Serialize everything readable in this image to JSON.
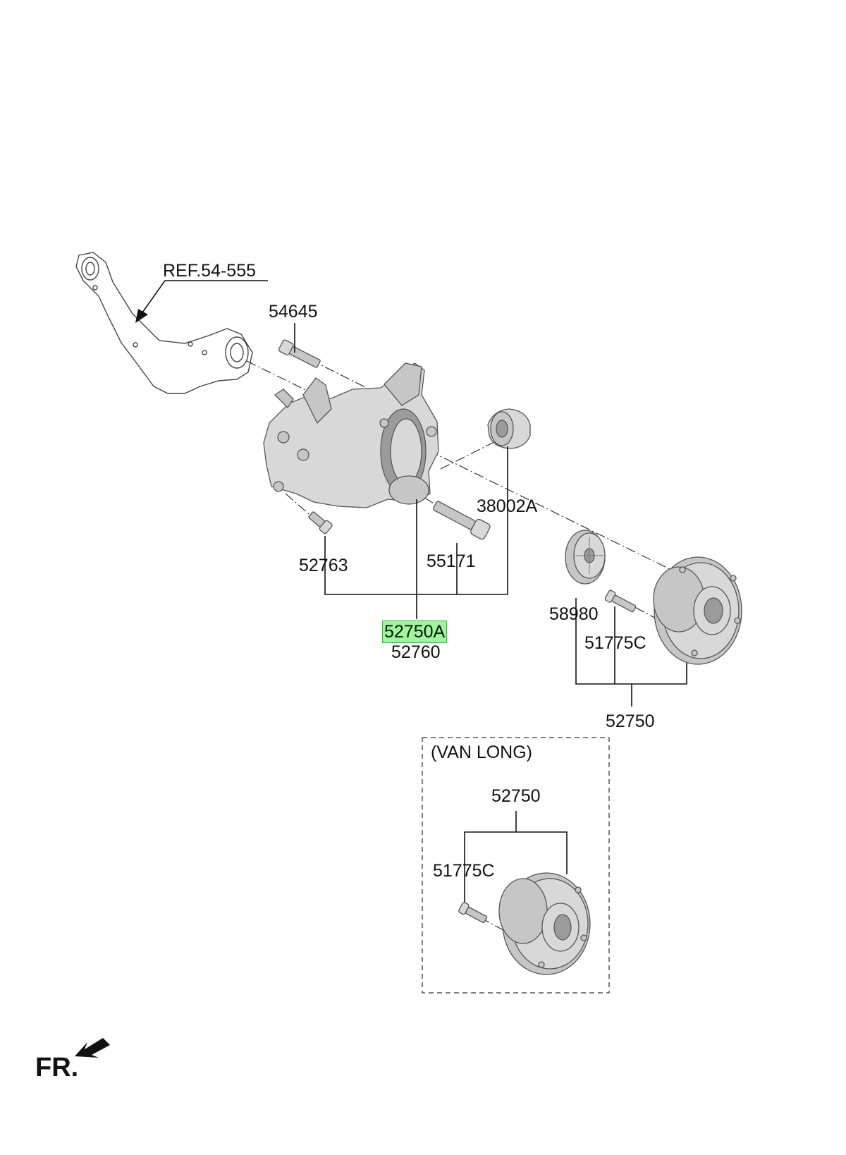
{
  "labels": {
    "ref": "REF.54-555",
    "p54645": "54645",
    "p38002A": "38002A",
    "p55171": "55171",
    "p52763": "52763",
    "p52750A": "52750A",
    "p52760": "52760",
    "p58980": "58980",
    "p51775C": "51775C",
    "p52750": "52750",
    "van_long": "(VAN LONG)",
    "van_52750": "52750",
    "van_51775C": "51775C",
    "fr": "FR."
  },
  "highlight_color": "#9ef59b"
}
